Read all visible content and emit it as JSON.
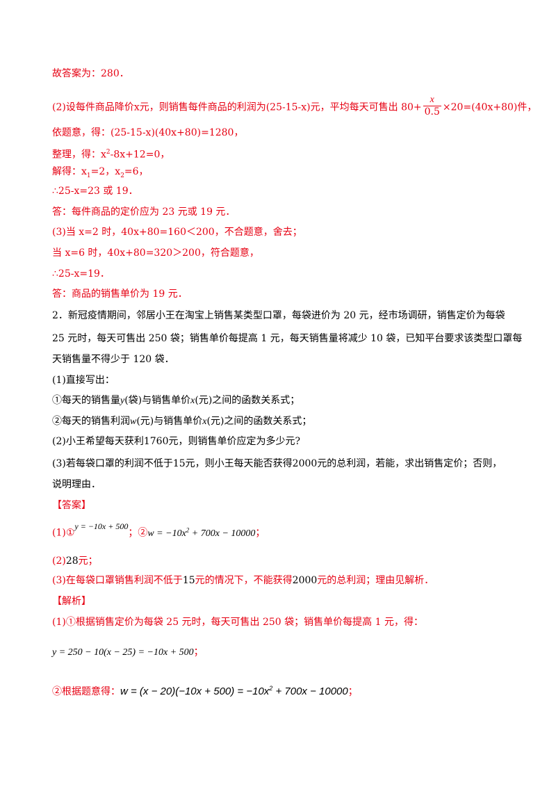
{
  "lines": {
    "l1": "故答案为：280．",
    "l2_pre": "(2)设每件商品降价x元，则销售每件商品的利润为(25-15-x)元，平均每天可售出 80+",
    "l2_frac_num": "x",
    "l2_frac_den": "0.5",
    "l2_post": "×20=(40x+80)件，",
    "l3": "依题意，得：(25-15-x)(40x+80)=1280，",
    "l4_pre": "整理，得：x",
    "l4_sup": "2",
    "l4_post": "-8x+12=0，",
    "l5_a": "解得：x",
    "l5_sub1": "1",
    "l5_b": "=2，x",
    "l5_sub2": "2",
    "l5_c": "=6，",
    "l6": "∴25-x=23 或 19．",
    "l7": "答：每件商品的定价应为 23 元或 19 元．",
    "l8": "(3)当 x=2 时，40x+80=160＜200，不合题意，舍去；",
    "l9": "当 x=6 时，40x+80=320＞200，符合题意，",
    "l10": "∴25-x=19．",
    "l11": "答：商品的销售单价为 19 元．",
    "q2_line1": "2．新冠疫情期间，邻居小王在淘宝上销售某类型口罩，每袋进价为 20 元，经市场调研，销售定价为每袋",
    "q2_line2": "25 元时，每天可售出 250 袋；销售单价每提高 1 元，每天销售量将减少 10 袋，已知平台要求该类型口罩每",
    "q2_line3": "天销售量不得少于 120 袋．",
    "q2_p1": "(1)直接写出：",
    "q2_p1a_1": "①每天的销售量",
    "q2_p1a_y": "y",
    "q2_p1a_2": "(袋)与销售单价",
    "q2_p1a_x": "x",
    "q2_p1a_3": "(元)之间的函数关系式；",
    "q2_p1b_1": "②每天的销售利润",
    "q2_p1b_w": "w",
    "q2_p1b_2": "(元)与销售单价",
    "q2_p1b_x": "x",
    "q2_p1b_3": "(元)之间的函数关系式；",
    "q2_p2_1": "(2)小王希望每天获利",
    "q2_p2_n": "1760",
    "q2_p2_2": "元，则销售单价应定为多少元?",
    "q2_p3_1": "(3)若每袋口罩的利润不低于",
    "q2_p3_n1": "15",
    "q2_p3_2": "元，则小王每天能否获得",
    "q2_p3_n2": "2000",
    "q2_p3_3": "元的总利润，若能，求出销售定价；否则，",
    "q2_p3_line2": "说明理由．",
    "answer_header": "【答案】",
    "ans1_pre": "(1)①",
    "ans1_eq1": "y = −10x + 500",
    "ans1_mid": "；②",
    "ans1_eq2_a": "w = −10x",
    "ans1_eq2_sup": "2",
    "ans1_eq2_b": " + 700x − 10000",
    "ans1_end": "；",
    "ans2_pre": "(2)",
    "ans2_n": "28",
    "ans2_post": "元；",
    "ans3_1": "(3)在每袋口罩销售利润不低于",
    "ans3_n1": "15",
    "ans3_2": "元的情况下，不能获得",
    "ans3_n2": "2000",
    "ans3_3": "元的总利润；理由见解析．",
    "analysis_header": "【解析】",
    "an1": "(1)①根据销售定价为每袋 25 元时，每天可售出 250 袋；销售单价每提高 1 元，得：",
    "an2_eq": "y = 250 − 10(x − 25) = −10x + 500",
    "an2_end": "；",
    "an3_pre": "②根据题意得：",
    "an3_eq_a": "w = (x − 20)(−10x + 500) = −10x",
    "an3_eq_sup": "2",
    "an3_eq_b": " + 700x − 10000",
    "an3_end": "；"
  },
  "colors": {
    "answer": "#e60012",
    "question": "#000000"
  }
}
